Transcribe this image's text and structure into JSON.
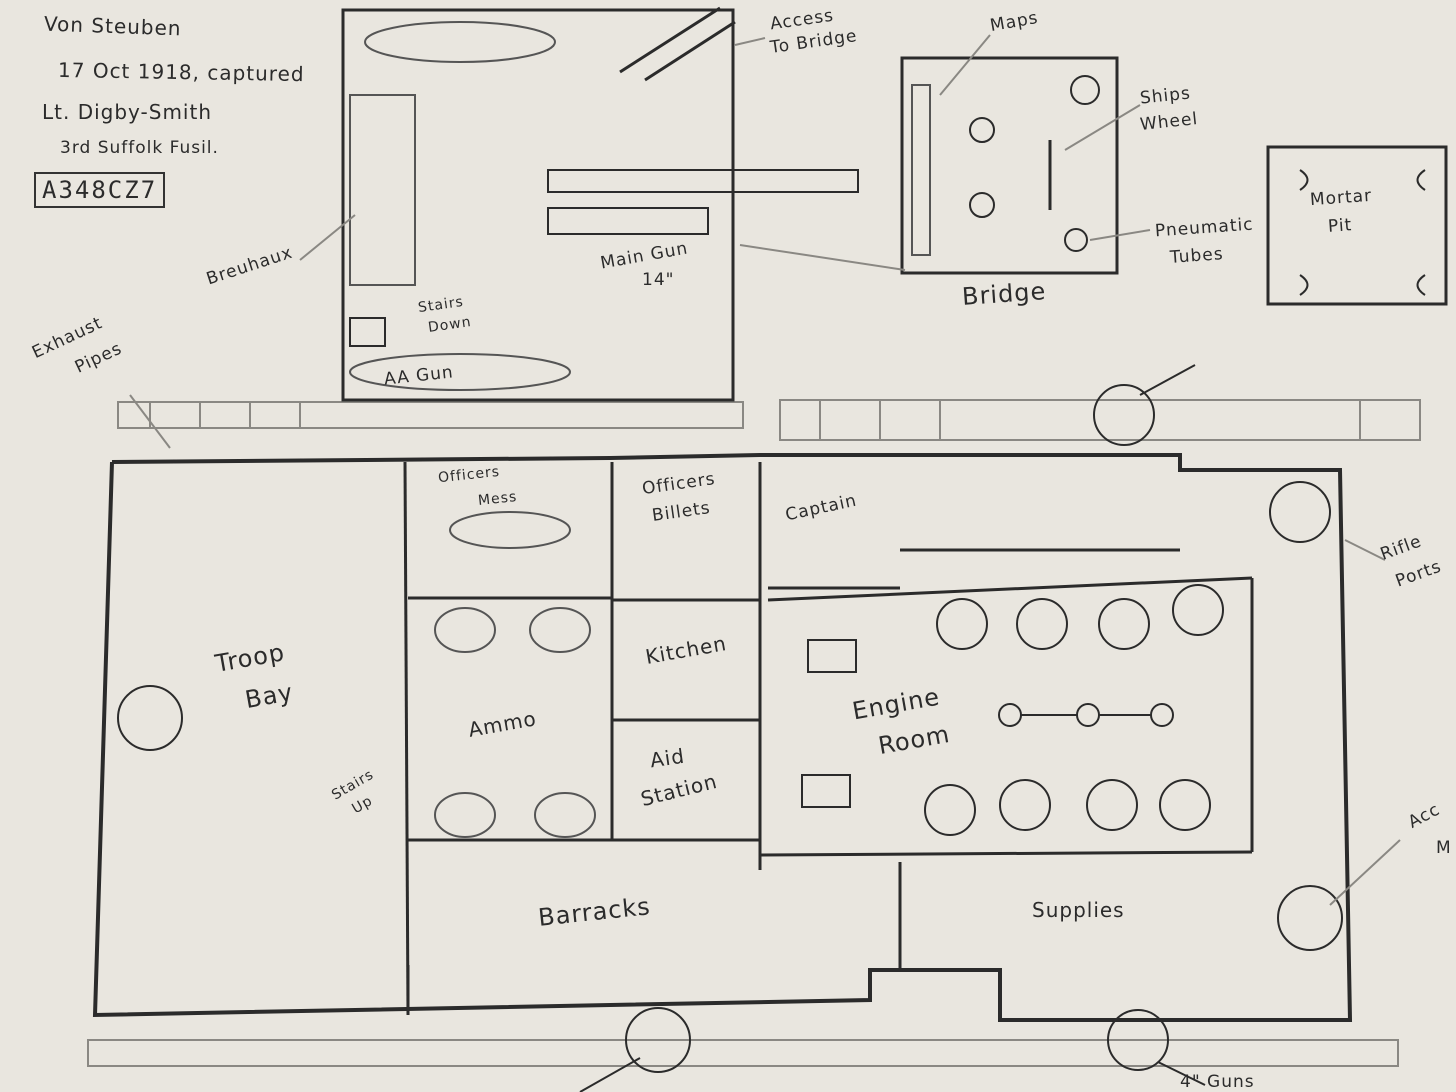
{
  "notes": {
    "ship_name": "Von Steuben",
    "date_line": "17 Oct 1918, captured",
    "officer": "Lt. Digby-Smith",
    "unit": "3rd Suffolk Fusil.",
    "code": "A348CZ7"
  },
  "rooms": {
    "troop_bay": [
      "Troop",
      "Bay"
    ],
    "officers_mess": [
      "Officers",
      "Mess"
    ],
    "officers_billets": [
      "Officers",
      "Billets"
    ],
    "captain": "Captain",
    "kitchen": "Kitchen",
    "ammo": "Ammo",
    "aid_station": [
      "Aid",
      "Station"
    ],
    "engine_room": [
      "Engine",
      "Room"
    ],
    "barracks": "Barracks",
    "supplies": "Supplies",
    "bridge": "Bridge",
    "mortar_pit": [
      "Mortar",
      "Pit"
    ]
  },
  "callouts": {
    "access_to_bridge": [
      "Access",
      "To Bridge"
    ],
    "maps": "Maps",
    "ships_wheel": [
      "Ships",
      "Wheel"
    ],
    "pneumatic_tubes": [
      "Pneumatic",
      "Tubes"
    ],
    "main_gun": [
      "Main Gun",
      "14\""
    ],
    "breuhaux": "Breuhaux",
    "stairs_down": [
      "Stairs",
      "Down"
    ],
    "aa_gun": "AA Gun",
    "exhaust_pipes": [
      "Exhaust",
      "Pipes"
    ],
    "rifle_ports": [
      "Rifle",
      "Ports"
    ],
    "stairs_up": [
      "Stairs",
      "Up"
    ],
    "access_partial": [
      "Acc",
      "M"
    ],
    "four_inch_guns": "4\" Guns"
  },
  "colors": {
    "paper": "#e9e6df",
    "pencil_dark": "#2b2b2b",
    "pencil_light": "#8a8883"
  }
}
